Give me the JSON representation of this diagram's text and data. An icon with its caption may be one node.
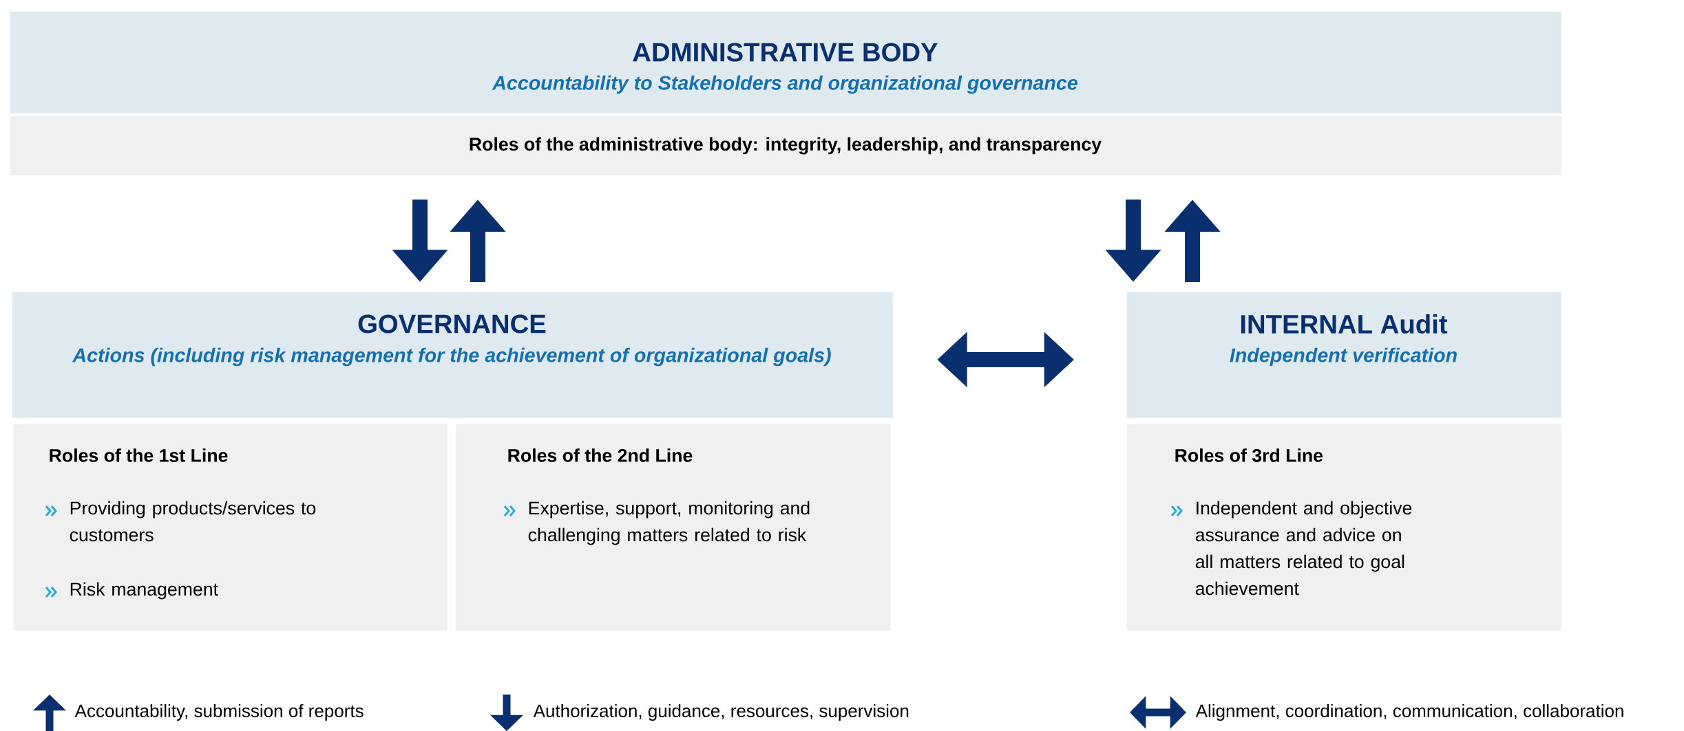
{
  "diagram": {
    "nodes": [
      {
        "text": [
          "ADMINISTRATIVE BODY",
          "Accountability to Stakeholders and organizational governance"
        ]
      },
      {
        "text": [
          "Roles of the administrative body: integrity, leadership, and transparency"
        ]
      },
      {
        "text": [
          "GOVERNANCE",
          "Actions (including risk management for the achievement of organizational goals)"
        ]
      },
      {
        "text": [
          "Roles of the 1st Line",
          "Providing products/services to customers",
          "Risk management"
        ]
      },
      {
        "text": [
          "Roles of the 2nd Line",
          "Expertise, support, monitoring and challenging matters related to risk"
        ]
      },
      {
        "text": [
          "INTERNAL Audit",
          "Independent verification"
        ]
      },
      {
        "text": [
          "Roles of 3rd Line",
          "Independent and objective assurance and advice on all matters related to goal achievement"
        ]
      }
    ],
    "edges": [
      {
        "from": 1,
        "to": 2,
        "arrow": "to"
      },
      {
        "from": 2,
        "to": 1,
        "arrow": "to"
      },
      {
        "from": 1,
        "to": 5,
        "arrow": "to"
      },
      {
        "from": 5,
        "to": 1,
        "arrow": "to"
      },
      {
        "from": 2,
        "to": 5,
        "arrow": "both"
      }
    ],
    "legend": [
      {
        "text": "Accountability, submission of reports"
      },
      {
        "text": "Authorization, guidance, resources, supervision"
      },
      {
        "text": "Alignment, coordination, communication, collaboration"
      }
    ]
  }
}
